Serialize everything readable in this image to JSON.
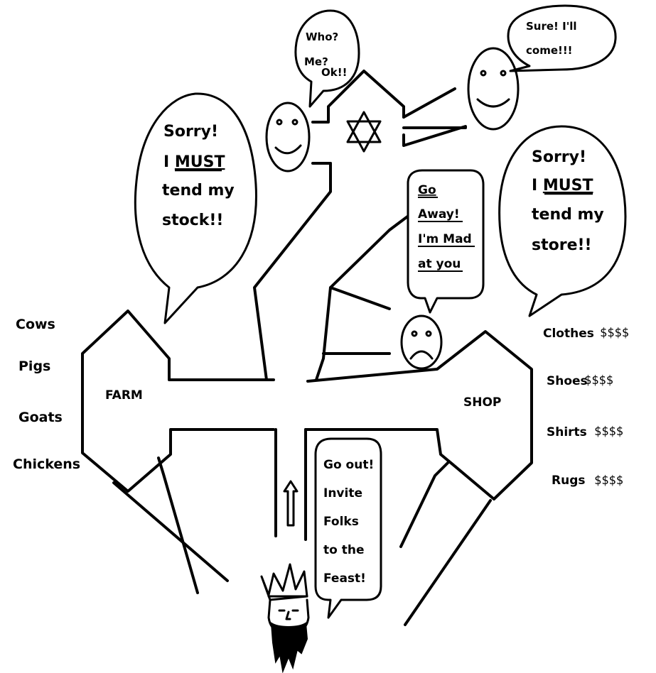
{
  "bubbles": {
    "farmer": [
      "Sorry!",
      "I ",
      "MUST",
      "tend my",
      "stock!!"
    ],
    "shopkeeper": [
      "Sorry!",
      "I ",
      "MUST",
      "tend my",
      "store!!"
    ],
    "who": [
      "Who?",
      "Me?",
      "Ok!!"
    ],
    "sure": [
      "Sure! I'll",
      "come!!!"
    ],
    "mad": [
      "Go",
      "Away!",
      "I'm Mad",
      "at you"
    ],
    "king": [
      "Go out!",
      "Invite",
      "Folks",
      "to the",
      "Feast!"
    ]
  },
  "places": {
    "farm": "FARM",
    "shop": "SHOP"
  },
  "farm_items": [
    "Cows",
    "Pigs",
    "Goats",
    "Chickens"
  ],
  "shop_items": [
    {
      "name": "Clothes",
      "price": "$$$$"
    },
    {
      "name": "Shoes",
      "price": "$$$$"
    },
    {
      "name": "Shirts",
      "price": "$$$$"
    },
    {
      "name": "Rugs",
      "price": "$$$$"
    }
  ],
  "icons": [
    "star-of-david-icon",
    "up-arrow-icon",
    "king-icon",
    "smiley-face-icon",
    "frowning-face-icon"
  ]
}
